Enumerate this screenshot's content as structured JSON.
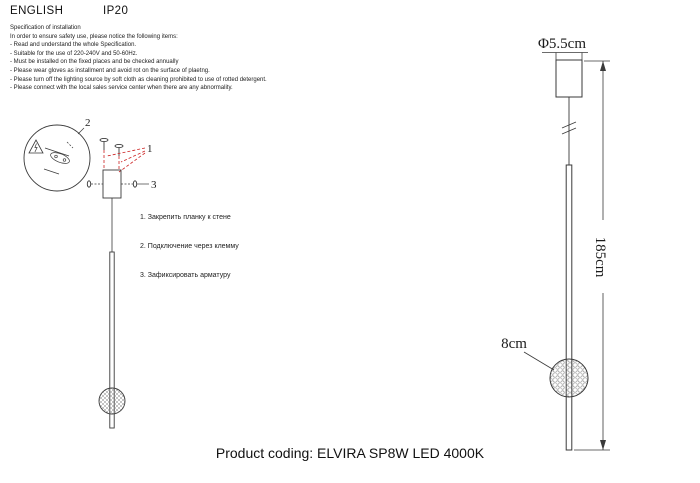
{
  "header": {
    "language": "ENGLISH",
    "ip_rating": "IP20"
  },
  "spec": {
    "title": "Specification of installation",
    "intro": "In order to ensure safety use, please notice the following items:",
    "items": [
      "- Read and understand the whole Specification.",
      "- Suitable for the use of 220-240V and 50-60Hz.",
      "- Must be installed on the fixed places and be checked annually",
      "- Please wear gloves as installment and avoid rot on the surface of plaetng.",
      "- Please turn off the lighting source by soft cloth as cleaning prohibited to use of rotted detergent.",
      "- Please connect with the local sales service center when there are any abnormality."
    ]
  },
  "callouts": {
    "c1": "1",
    "c2": "2",
    "c3": "3"
  },
  "steps": [
    "1. Закрепить планку к стене",
    "2. Подключение через клемму",
    "3. Зафиксировать арматуру"
  ],
  "dimensions": {
    "diameter": "Φ5.5cm",
    "height": "185cm",
    "sphere": "8cm"
  },
  "footer": {
    "product_coding": "Product coding: ELVIRA SP8W LED 4000K"
  },
  "colors": {
    "line": "#3a3a3a",
    "leader_red": "#cc2222",
    "text": "#1c1c1c"
  }
}
